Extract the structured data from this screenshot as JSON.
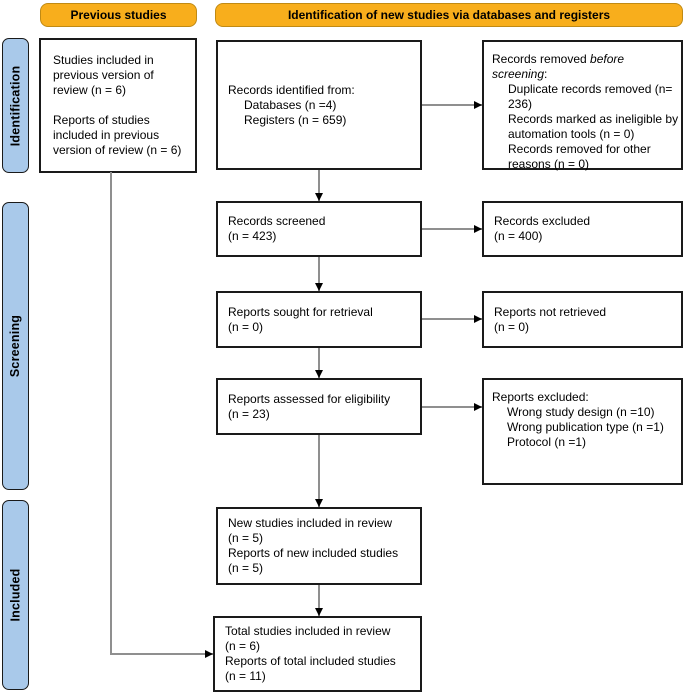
{
  "banners": {
    "previous": "Previous studies",
    "identification": "Identification of new studies via databases and registers"
  },
  "stages": {
    "identification": "Identification",
    "screening": "Screening",
    "included": "Included"
  },
  "previous_box": {
    "para1": "Studies included in previous version of review (n = 6)",
    "para2": "Reports of studies included in previous version of review (n = 6)"
  },
  "records_identified": {
    "title": "Records identified from:",
    "items": [
      "Databases (n =4)",
      "Registers (n = 659)"
    ]
  },
  "records_removed": {
    "title_pre": "Records removed ",
    "title_italic": "before screening",
    "title_colon": ":",
    "items": [
      "Duplicate records removed (n= 236)",
      "Records marked as ineligible by automation tools (n = 0)",
      "Records removed for other reasons (n = 0)"
    ]
  },
  "records_screened": {
    "lines": [
      "Records screened",
      "(n = 423)"
    ]
  },
  "records_excluded": {
    "lines": [
      "Records excluded",
      "(n = 400)"
    ]
  },
  "reports_sought": {
    "lines": [
      "Reports sought for retrieval",
      "(n = 0)"
    ]
  },
  "reports_not_retrieved": {
    "lines": [
      "Reports not retrieved",
      "(n = 0)"
    ]
  },
  "reports_assessed": {
    "lines": [
      "Reports assessed for eligibility",
      "(n = 23)"
    ]
  },
  "reports_excluded": {
    "title": "Reports excluded:",
    "items": [
      "Wrong study design (n =10)",
      "Wrong publication type (n =1)",
      "Protocol (n =1)"
    ]
  },
  "new_included": {
    "lines": [
      "New studies included in review",
      "(n = 5)",
      "Reports of new included studies",
      "(n = 5)"
    ]
  },
  "total_included": {
    "lines": [
      "Total studies included in review",
      "(n = 6)",
      "Reports of total included studies",
      "(n = 11)"
    ]
  },
  "colors": {
    "banner_fill": "#F8AE1C",
    "banner_border": "#C08A14",
    "stage_fill": "#A9C9EA",
    "box_border": "#1a1a1a",
    "connector_line": "#8f8f8f",
    "arrowhead": "#000000",
    "background": "#ffffff"
  }
}
